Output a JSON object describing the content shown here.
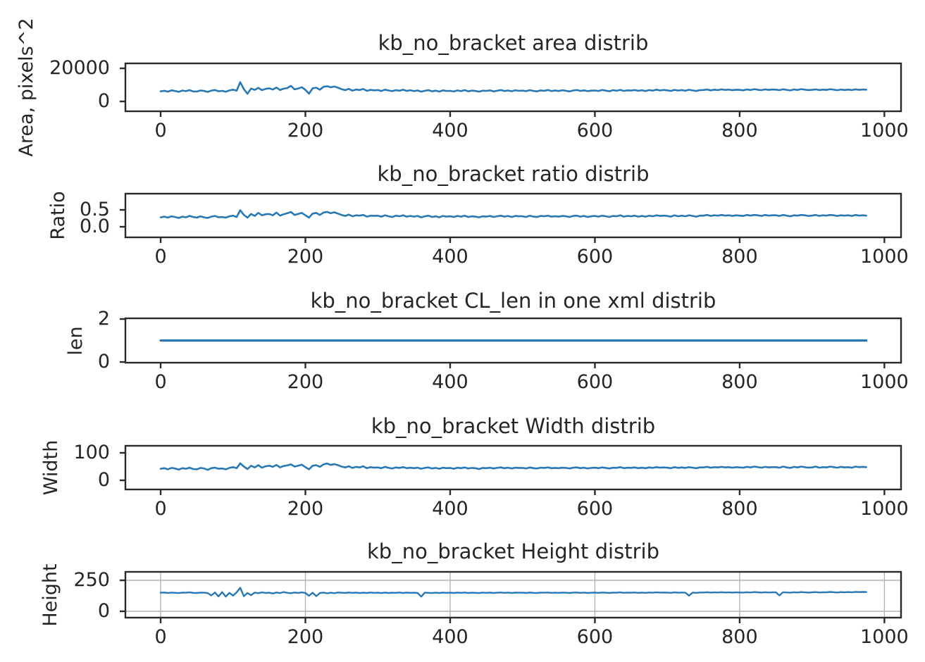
{
  "figure": {
    "background": "#ffffff",
    "text_color": "#252525",
    "frame_color": "#2a2a2a",
    "grid_color": "#b3b3b3",
    "line_color": "#2878b5"
  },
  "chart_data": [
    {
      "type": "line",
      "title": "kb_no_bracket area distrib",
      "ylabel": "Area, pixels^2",
      "xlabel": "",
      "grid": false,
      "xlim": [
        -48.7,
        1023
      ],
      "ylim": [
        -5950,
        22980
      ],
      "x_ticks": {
        "values": [
          0,
          200,
          400,
          600,
          800,
          1000
        ],
        "labels": [
          "0",
          "200",
          "400",
          "600",
          "800",
          "1000"
        ]
      },
      "y_ticks": {
        "values": [
          20000,
          0
        ],
        "labels": [
          "20000",
          "0"
        ]
      },
      "x_start": 0,
      "x_end": 975,
      "values": [
        6100,
        6450,
        5900,
        6700,
        6300,
        5800,
        6550,
        6200,
        6800,
        6050,
        5950,
        6600,
        6350,
        5750,
        6500,
        6900,
        6150,
        6400,
        5850,
        6650,
        7100,
        6500,
        11600,
        7400,
        4600,
        7800,
        7000,
        8200,
        6800,
        7600,
        7900,
        7200,
        8400,
        6900,
        7700,
        8100,
        9400,
        7300,
        7800,
        8600,
        7000,
        4700,
        7900,
        8300,
        7100,
        8800,
        9200,
        8500,
        9000,
        8300,
        7400,
        6800,
        7600,
        6500,
        7200,
        6900,
        7500,
        6400,
        7000,
        6700,
        6900,
        6300,
        7100,
        6600,
        6200,
        6800,
        6450,
        7050,
        6350,
        6750,
        6200,
        6600,
        5900,
        6450,
        6800,
        6100,
        6500,
        5950,
        6700,
        6300,
        6400,
        6000,
        6650,
        6200,
        6850,
        6100,
        6550,
        6300,
        5900,
        6500,
        6350,
        6700,
        6050,
        6450,
        6900,
        6250,
        6600,
        6150,
        6750,
        6400,
        6500,
        6200,
        6800,
        6350,
        6100,
        6650,
        6400,
        6900,
        6250,
        6550,
        6300,
        6750,
        6450,
        6050,
        6600,
        6900,
        6350,
        6700,
        6200,
        6500,
        6600,
        6300,
        6950,
        6500,
        6150,
        6800,
        6450,
        7000,
        6350,
        6700,
        6550,
        6900,
        6400,
        6750,
        6250,
        6850,
        6500,
        7100,
        6600,
        6950,
        6700,
        6350,
        7000,
        6550,
        6900,
        6450,
        7050,
        6650,
        6300,
        6800,
        6900,
        7200,
        6700,
        7100,
        6850,
        7300,
        6950,
        7150,
        6750,
        7050,
        7000,
        6700,
        7250,
        6900,
        7400,
        7050,
        6800,
        7300,
        6950,
        7200,
        7100,
        6800,
        7350,
        7000,
        6650,
        7250,
        6900,
        7450,
        7100,
        6850,
        7000,
        7300,
        6850,
        7150,
        6950,
        7400,
        7050,
        6750,
        7200,
        6900,
        7150,
        6850,
        7300,
        7000,
        7200,
        7100
      ]
    },
    {
      "type": "line",
      "title": "kb_no_bracket ratio distrib",
      "ylabel": "Ratio",
      "xlabel": "",
      "grid": false,
      "xlim": [
        -48.7,
        1023
      ],
      "ylim": [
        -0.3125,
        0.979
      ],
      "x_ticks": {
        "values": [
          0,
          200,
          400,
          600,
          800,
          1000
        ],
        "labels": [
          "0",
          "200",
          "400",
          "600",
          "800",
          "1000"
        ]
      },
      "y_ticks": {
        "values": [
          0.5,
          0.0
        ],
        "labels": [
          "0.5",
          "0.0"
        ]
      },
      "x_start": 0,
      "x_end": 975,
      "values": [
        0.28,
        0.3,
        0.27,
        0.31,
        0.29,
        0.26,
        0.3,
        0.28,
        0.32,
        0.29,
        0.27,
        0.31,
        0.28,
        0.26,
        0.3,
        0.32,
        0.28,
        0.29,
        0.27,
        0.31,
        0.33,
        0.29,
        0.49,
        0.35,
        0.27,
        0.38,
        0.32,
        0.41,
        0.34,
        0.37,
        0.38,
        0.34,
        0.42,
        0.33,
        0.37,
        0.4,
        0.44,
        0.35,
        0.38,
        0.41,
        0.34,
        0.27,
        0.39,
        0.41,
        0.35,
        0.42,
        0.44,
        0.4,
        0.43,
        0.39,
        0.35,
        0.32,
        0.36,
        0.31,
        0.34,
        0.33,
        0.35,
        0.3,
        0.33,
        0.32,
        0.33,
        0.3,
        0.34,
        0.31,
        0.29,
        0.33,
        0.31,
        0.34,
        0.3,
        0.32,
        0.3,
        0.32,
        0.28,
        0.31,
        0.33,
        0.29,
        0.31,
        0.28,
        0.32,
        0.3,
        0.31,
        0.29,
        0.32,
        0.3,
        0.33,
        0.29,
        0.31,
        0.3,
        0.28,
        0.31,
        0.3,
        0.32,
        0.29,
        0.31,
        0.33,
        0.3,
        0.32,
        0.29,
        0.32,
        0.31,
        0.31,
        0.29,
        0.33,
        0.3,
        0.29,
        0.32,
        0.31,
        0.33,
        0.3,
        0.31,
        0.3,
        0.32,
        0.31,
        0.29,
        0.32,
        0.33,
        0.3,
        0.32,
        0.29,
        0.31,
        0.32,
        0.3,
        0.33,
        0.31,
        0.29,
        0.32,
        0.31,
        0.34,
        0.3,
        0.32,
        0.31,
        0.33,
        0.3,
        0.32,
        0.3,
        0.33,
        0.31,
        0.34,
        0.32,
        0.33,
        0.32,
        0.3,
        0.34,
        0.31,
        0.33,
        0.31,
        0.34,
        0.32,
        0.3,
        0.33,
        0.33,
        0.35,
        0.32,
        0.34,
        0.33,
        0.35,
        0.33,
        0.34,
        0.32,
        0.34,
        0.33,
        0.32,
        0.35,
        0.33,
        0.35,
        0.34,
        0.32,
        0.35,
        0.33,
        0.34,
        0.34,
        0.32,
        0.35,
        0.33,
        0.31,
        0.34,
        0.33,
        0.35,
        0.34,
        0.32,
        0.33,
        0.35,
        0.32,
        0.34,
        0.33,
        0.35,
        0.34,
        0.32,
        0.34,
        0.33,
        0.34,
        0.32,
        0.35,
        0.33,
        0.34,
        0.33
      ]
    },
    {
      "type": "line",
      "title": "kb_no_bracket CL_len in one xml distrib",
      "ylabel": "len",
      "xlabel": "",
      "grid": false,
      "xlim": [
        -48.7,
        1023
      ],
      "ylim": [
        -0.033,
        2.033
      ],
      "x_ticks": {
        "values": [
          0,
          200,
          400,
          600,
          800,
          1000
        ],
        "labels": [
          "0",
          "200",
          "400",
          "600",
          "800",
          "1000"
        ]
      },
      "y_ticks": {
        "values": [
          2,
          0
        ],
        "labels": [
          "2",
          "0"
        ]
      },
      "x_start": 0,
      "x_end": 975,
      "values": [
        1,
        1
      ]
    },
    {
      "type": "line",
      "title": "kb_no_bracket Width distrib",
      "ylabel": "Width",
      "xlabel": "",
      "grid": false,
      "xlim": [
        -48.7,
        1023
      ],
      "ylim": [
        -33.3,
        125.6
      ],
      "x_ticks": {
        "values": [
          0,
          200,
          400,
          600,
          800,
          1000
        ],
        "labels": [
          "0",
          "200",
          "400",
          "600",
          "800",
          "1000"
        ]
      },
      "y_ticks": {
        "values": [
          100,
          0
        ],
        "labels": [
          "100",
          "0"
        ]
      },
      "x_start": 0,
      "x_end": 975,
      "values": [
        42,
        44,
        40,
        45,
        43,
        39,
        44,
        42,
        46,
        41,
        40,
        45,
        43,
        38,
        44,
        46,
        42,
        43,
        40,
        45,
        48,
        44,
        62,
        50,
        41,
        53,
        47,
        55,
        46,
        51,
        53,
        49,
        56,
        47,
        52,
        54,
        58,
        50,
        53,
        57,
        48,
        40,
        53,
        55,
        49,
        58,
        61,
        56,
        59,
        55,
        50,
        47,
        51,
        45,
        49,
        47,
        51,
        44,
        48,
        46,
        47,
        44,
        49,
        45,
        43,
        47,
        45,
        48,
        44,
        46,
        44,
        46,
        42,
        45,
        47,
        43,
        45,
        42,
        46,
        44,
        45,
        42,
        46,
        44,
        47,
        43,
        45,
        44,
        41,
        45,
        44,
        46,
        43,
        45,
        47,
        44,
        46,
        43,
        46,
        45,
        45,
        43,
        47,
        44,
        43,
        46,
        45,
        47,
        44,
        45,
        44,
        46,
        45,
        43,
        46,
        47,
        44,
        46,
        43,
        45,
        46,
        44,
        47,
        45,
        43,
        46,
        45,
        48,
        44,
        46,
        45,
        47,
        44,
        46,
        44,
        47,
        45,
        48,
        46,
        47,
        46,
        44,
        48,
        45,
        47,
        45,
        48,
        46,
        44,
        47,
        47,
        49,
        46,
        48,
        47,
        49,
        47,
        48,
        46,
        48,
        47,
        46,
        49,
        47,
        50,
        48,
        46,
        49,
        47,
        48,
        48,
        46,
        50,
        47,
        45,
        49,
        47,
        50,
        48,
        46,
        47,
        50,
        46,
        48,
        47,
        50,
        48,
        46,
        49,
        47,
        48,
        46,
        50,
        48,
        49,
        48
      ]
    },
    {
      "type": "line",
      "title": "kb_no_bracket Height distrib",
      "ylabel": "Height",
      "xlabel": "",
      "grid": true,
      "xlim": [
        -48.7,
        1023
      ],
      "ylim": [
        -51.1,
        318.2
      ],
      "x_ticks": {
        "values": [
          0,
          200,
          400,
          600,
          800,
          1000
        ],
        "labels": [
          "0",
          "200",
          "400",
          "600",
          "800",
          "1000"
        ]
      },
      "y_ticks": {
        "values": [
          250,
          0
        ],
        "labels": [
          "250",
          "0"
        ]
      },
      "x_start": 0,
      "x_end": 975,
      "values": [
        150,
        152,
        148,
        151,
        149,
        147,
        151,
        150,
        153,
        149,
        148,
        151,
        150,
        147,
        128,
        152,
        120,
        155,
        118,
        149,
        126,
        153,
        190,
        122,
        148,
        130,
        151,
        146,
        153,
        148,
        150,
        144,
        152,
        147,
        155,
        149,
        146,
        152,
        148,
        153,
        148,
        125,
        150,
        122,
        147,
        151,
        145,
        150,
        146,
        152,
        150,
        148,
        152,
        149,
        151,
        147,
        150,
        148,
        152,
        149,
        150,
        147,
        151,
        148,
        150,
        149,
        152,
        148,
        151,
        149,
        150,
        148,
        118,
        151,
        149,
        147,
        150,
        148,
        151,
        149,
        150,
        148,
        151,
        149,
        152,
        148,
        150,
        149,
        147,
        151,
        149,
        151,
        148,
        150,
        152,
        149,
        151,
        148,
        151,
        150,
        150,
        148,
        152,
        149,
        148,
        151,
        150,
        152,
        149,
        150,
        149,
        151,
        150,
        148,
        151,
        152,
        149,
        151,
        148,
        150,
        151,
        149,
        152,
        150,
        148,
        151,
        150,
        153,
        149,
        151,
        150,
        152,
        149,
        151,
        149,
        152,
        150,
        153,
        151,
        152,
        151,
        149,
        153,
        150,
        152,
        150,
        126,
        151,
        149,
        152,
        152,
        154,
        151,
        153,
        152,
        154,
        152,
        153,
        151,
        153,
        152,
        151,
        154,
        152,
        155,
        153,
        151,
        154,
        152,
        153,
        153,
        128,
        154,
        152,
        150,
        154,
        152,
        155,
        153,
        151,
        153,
        155,
        152,
        154,
        153,
        156,
        154,
        152,
        155,
        153,
        155,
        153,
        157,
        155,
        156,
        155
      ]
    }
  ]
}
